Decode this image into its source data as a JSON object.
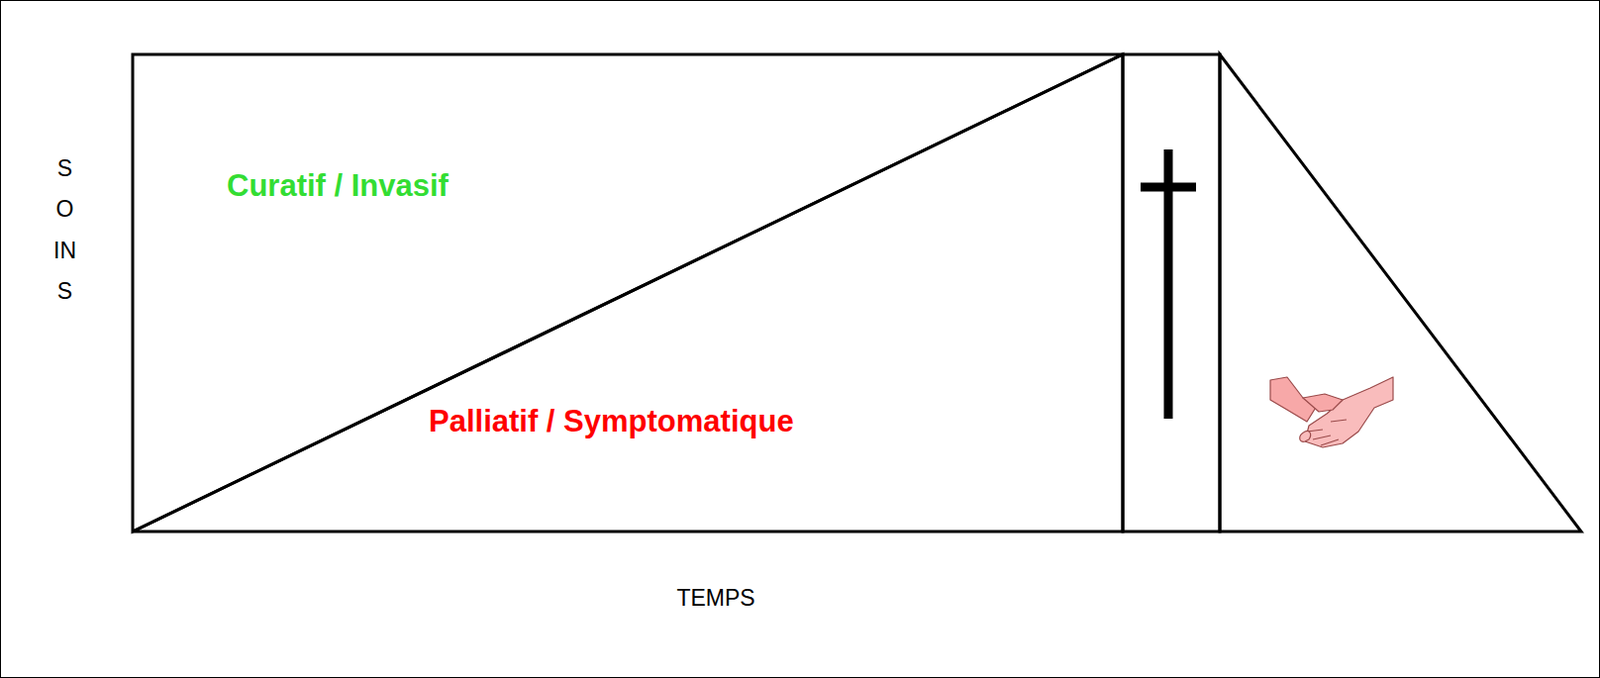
{
  "diagram": {
    "nodes": [
      {
        "text": [
          "Curatif / Invasif"
        ]
      },
      {
        "text": [
          "Palliatif / Symptomatique"
        ]
      }
    ],
    "labels": [
      "SOINS",
      "TEMPS"
    ]
  }
}
